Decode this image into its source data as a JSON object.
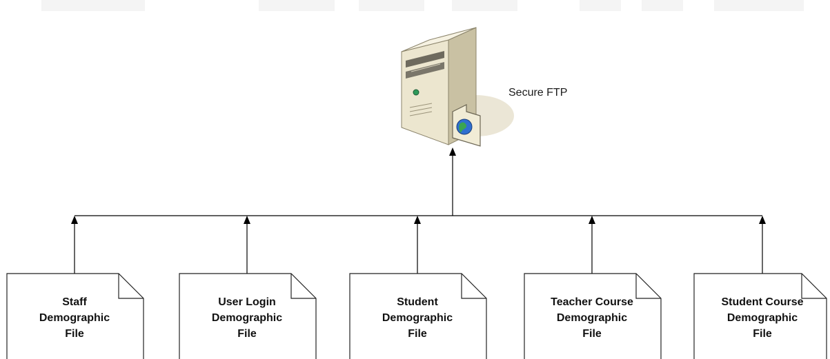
{
  "server": {
    "label": "Secure FTP",
    "icon": "server-tower-with-globe-icon",
    "colors": {
      "body": "#e9e3c9",
      "shadow": "#c8c0a0",
      "globe": "#2f6fd0",
      "led": "#2f9a5a"
    }
  },
  "documents": [
    {
      "lines": [
        "Staff",
        "Demographic",
        "File"
      ]
    },
    {
      "lines": [
        "User Login",
        "Demographic",
        "File"
      ]
    },
    {
      "lines": [
        "Student",
        "Demographic",
        "File"
      ]
    },
    {
      "lines": [
        "Teacher Course",
        "Demographic",
        "File"
      ]
    },
    {
      "lines": [
        "Student Course",
        "Demographic",
        "File"
      ]
    }
  ],
  "colors": {
    "line": "#000000",
    "doc_fill": "#ffffff",
    "doc_stroke": "#222222"
  }
}
